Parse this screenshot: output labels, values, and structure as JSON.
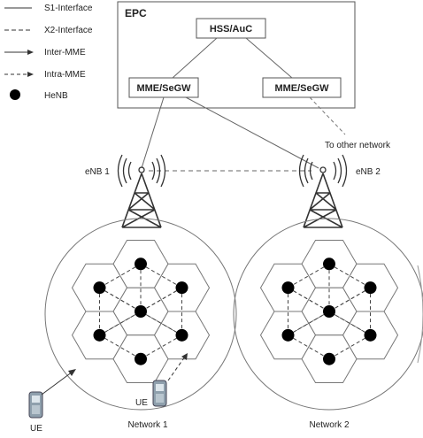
{
  "legend": {
    "s1": "S1-Interface",
    "x2": "X2-Interface",
    "inter": "Inter-MME",
    "intra": "Intra-MME",
    "henb": "HeNB"
  },
  "epc": {
    "title": "EPC",
    "hss": "HSS/AuC",
    "mme1": "MME/SeGW",
    "mme2": "MME/SeGW"
  },
  "other_network": "To other network",
  "enb1": "eNB 1",
  "enb2": "eNB 2",
  "ue1": "UE",
  "ue2": "UE",
  "network1": "Network 1",
  "network2": "Network 2",
  "colors": {
    "line": "#555555",
    "henb": "#000000",
    "phone": "#8fa0ad"
  }
}
